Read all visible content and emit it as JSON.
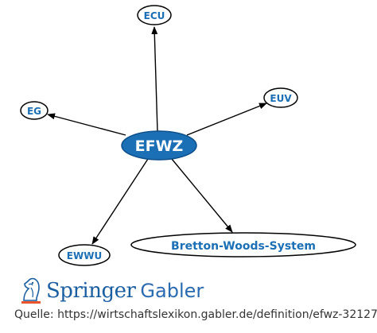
{
  "diagram": {
    "center": {
      "label": "EFWZ"
    },
    "nodes": [
      {
        "id": "ecu",
        "label": "ECU"
      },
      {
        "id": "euv",
        "label": "EUV"
      },
      {
        "id": "eg",
        "label": "EG"
      },
      {
        "id": "ewwu",
        "label": "EWWU"
      },
      {
        "id": "bws",
        "label": "Bretton-Woods-System"
      }
    ]
  },
  "logo": {
    "word1": "Springer",
    "word2": "Gabler"
  },
  "source": {
    "text": "Quelle: https://wirtschaftslexikon.gabler.de/definition/efwz-32127"
  },
  "colors": {
    "center_fill": "#1a6fb5",
    "node_text": "#1a6fb5",
    "edge": "#000000",
    "logo_accent": "#e8552c"
  }
}
